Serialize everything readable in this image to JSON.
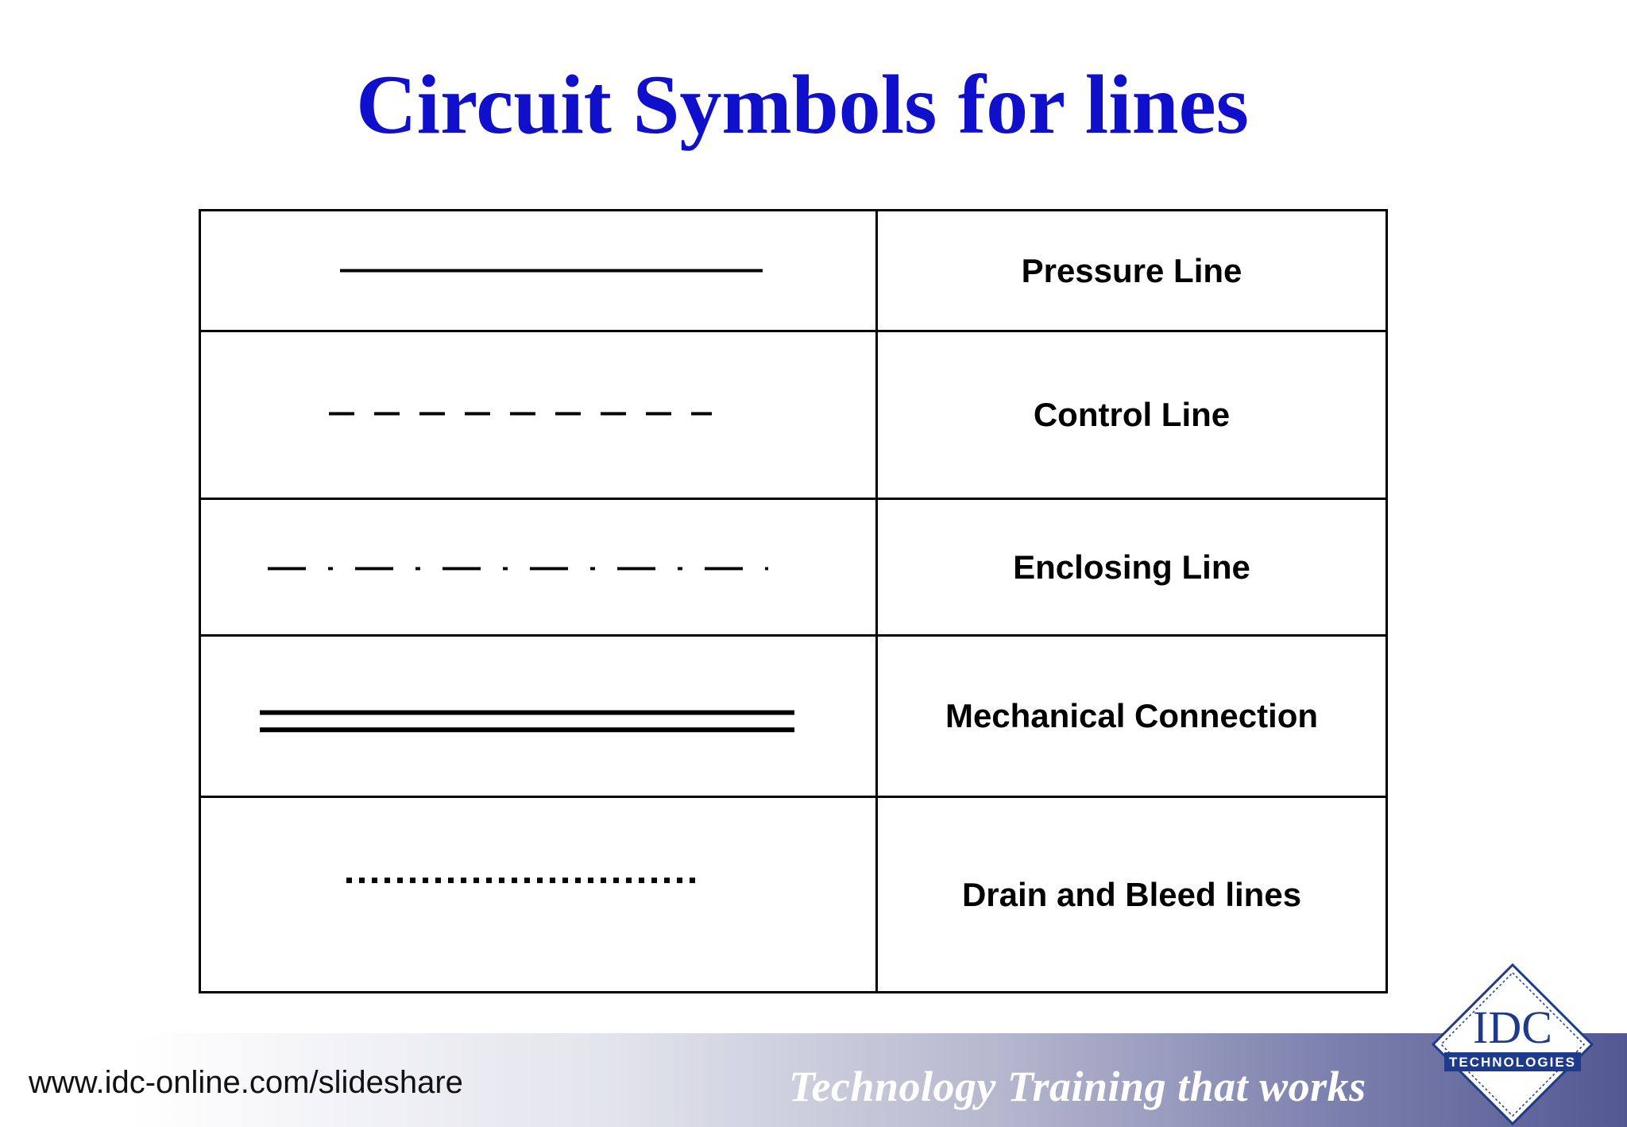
{
  "title": "Circuit Symbols for lines",
  "colors": {
    "title": "#1010cc",
    "line": "#000000",
    "logo_blue": "#1e3a8a",
    "tagline": "#ffffff"
  },
  "rows": [
    {
      "symbol": "solid-line",
      "label": "Pressure Line"
    },
    {
      "symbol": "dashed-line",
      "label": "Control Line"
    },
    {
      "symbol": "dash-dot-line",
      "label": "Enclosing Line"
    },
    {
      "symbol": "double-line",
      "label": "Mechanical Connection"
    },
    {
      "symbol": "dotted-line",
      "label": "Drain and Bleed lines"
    }
  ],
  "footer": {
    "url": "www.idc-online.com/slideshare",
    "tagline": "Technology Training that works",
    "logo": {
      "main": "IDC",
      "sub": "TECHNOLOGIES"
    }
  }
}
